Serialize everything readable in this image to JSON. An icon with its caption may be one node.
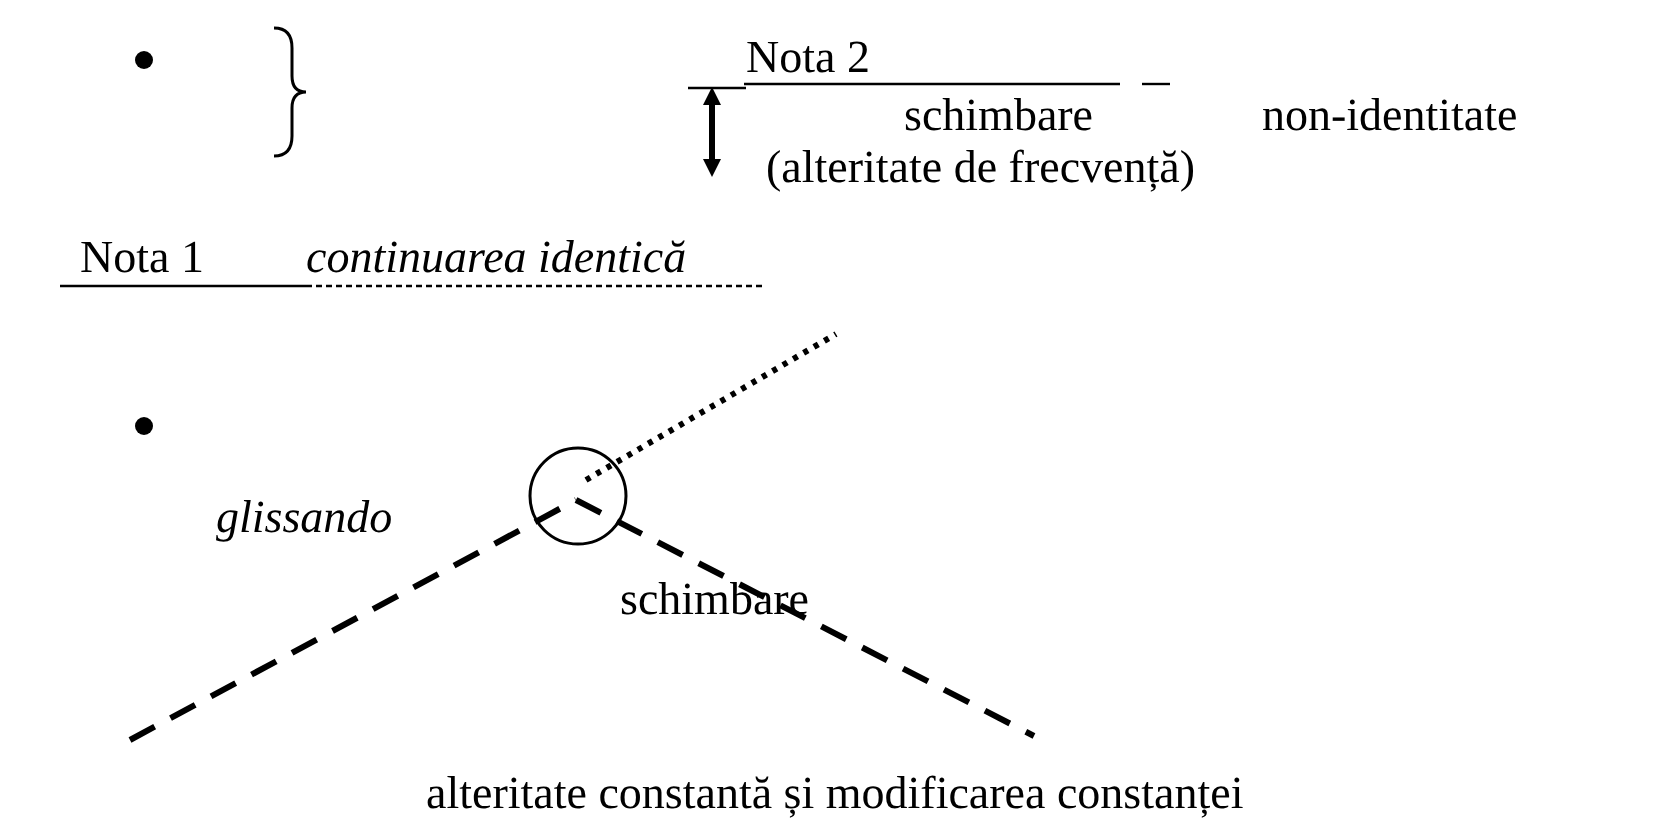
{
  "diagram": {
    "labels": [
      "Nota 2",
      "schimbare",
      "non-identitate",
      "(alteritate de frecvență)",
      "Nota 1",
      "continuarea identică",
      "glissando",
      "schimbare",
      "alteritate constantă și modificarea constanței"
    ]
  }
}
